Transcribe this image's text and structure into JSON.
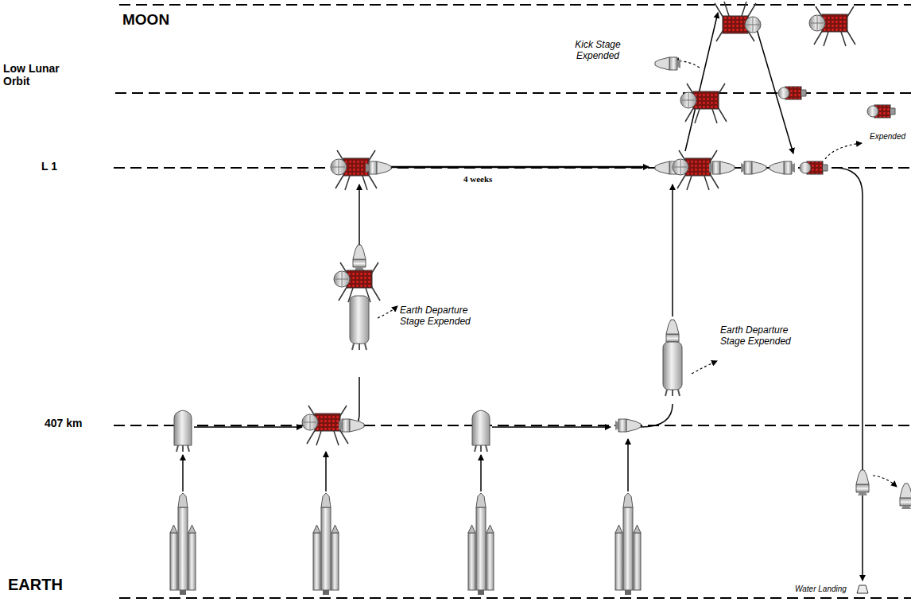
{
  "diagram": {
    "labels": [
      "MOON",
      "Low Lunar Orbit",
      "L 1",
      "407 km",
      "EARTH",
      "Kick Stage Expended",
      "Expended",
      "4 weeks",
      "Earth Departure Stage Expended",
      "Earth Departure Stage Expended",
      "Water Landing"
    ]
  }
}
